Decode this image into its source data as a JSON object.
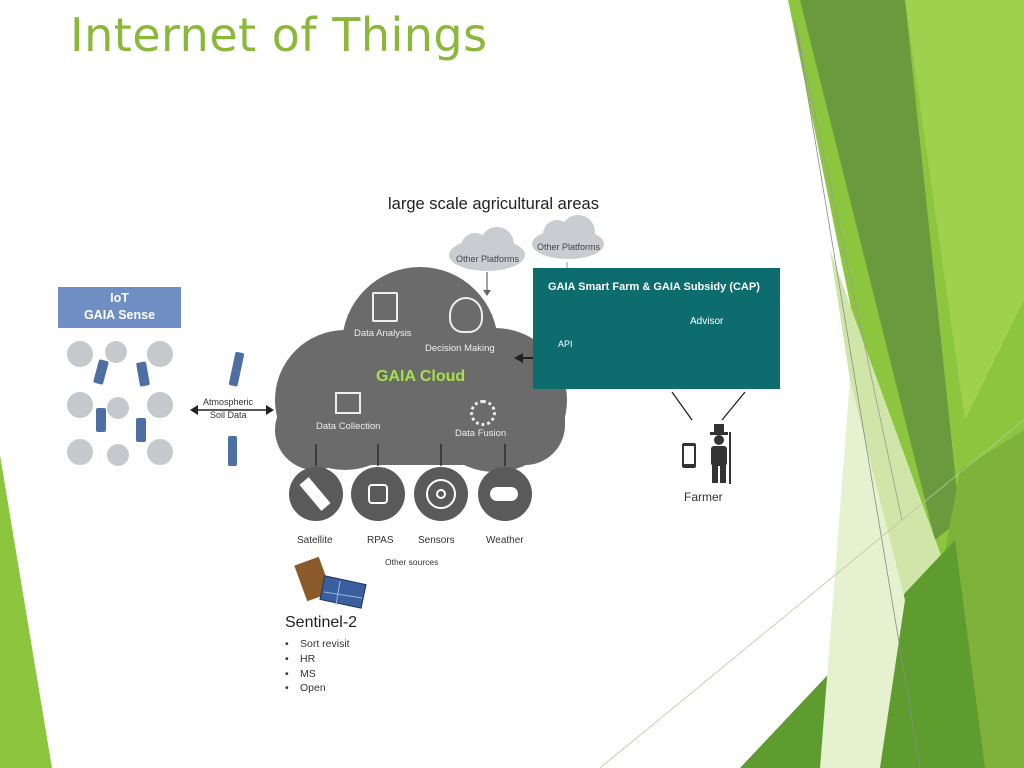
{
  "slide": {
    "title": "Internet of Things"
  },
  "diagram": {
    "top_label": "large scale agricultural areas",
    "other_platforms_1": "Other Platforms",
    "other_platforms_2": "Other Platforms",
    "iot_box": {
      "line1": "IoT",
      "line2": "GAIA Sense"
    },
    "atmospheric": {
      "line1": "Atmospheric",
      "line2": "Soil Data"
    },
    "cloud": {
      "title": "GAIA Cloud",
      "data_analysis": "Data Analysis",
      "decision_making": "Decision Making",
      "data_collection": "Data Collection",
      "data_fusion": "Data Fusion"
    },
    "smart_farm": {
      "title": "GAIA Smart Farm & GAIA Subsidy (CAP)",
      "api": "API",
      "advisor": "Advisor"
    },
    "farmer": "Farmer",
    "sources": [
      "Satellite",
      "RPAS",
      "Sensors",
      "Weather"
    ],
    "other_sources": "Other sources",
    "sentinel": {
      "title": "Sentinel-2",
      "bullets": [
        "Sort revisit",
        "HR",
        "MS",
        "Open"
      ]
    }
  },
  "colors": {
    "title_green": "#8cb83a",
    "iot_blue": "#6f8fc4",
    "teal": "#0d6d6e",
    "cloud_gray": "#6b6b6b"
  }
}
